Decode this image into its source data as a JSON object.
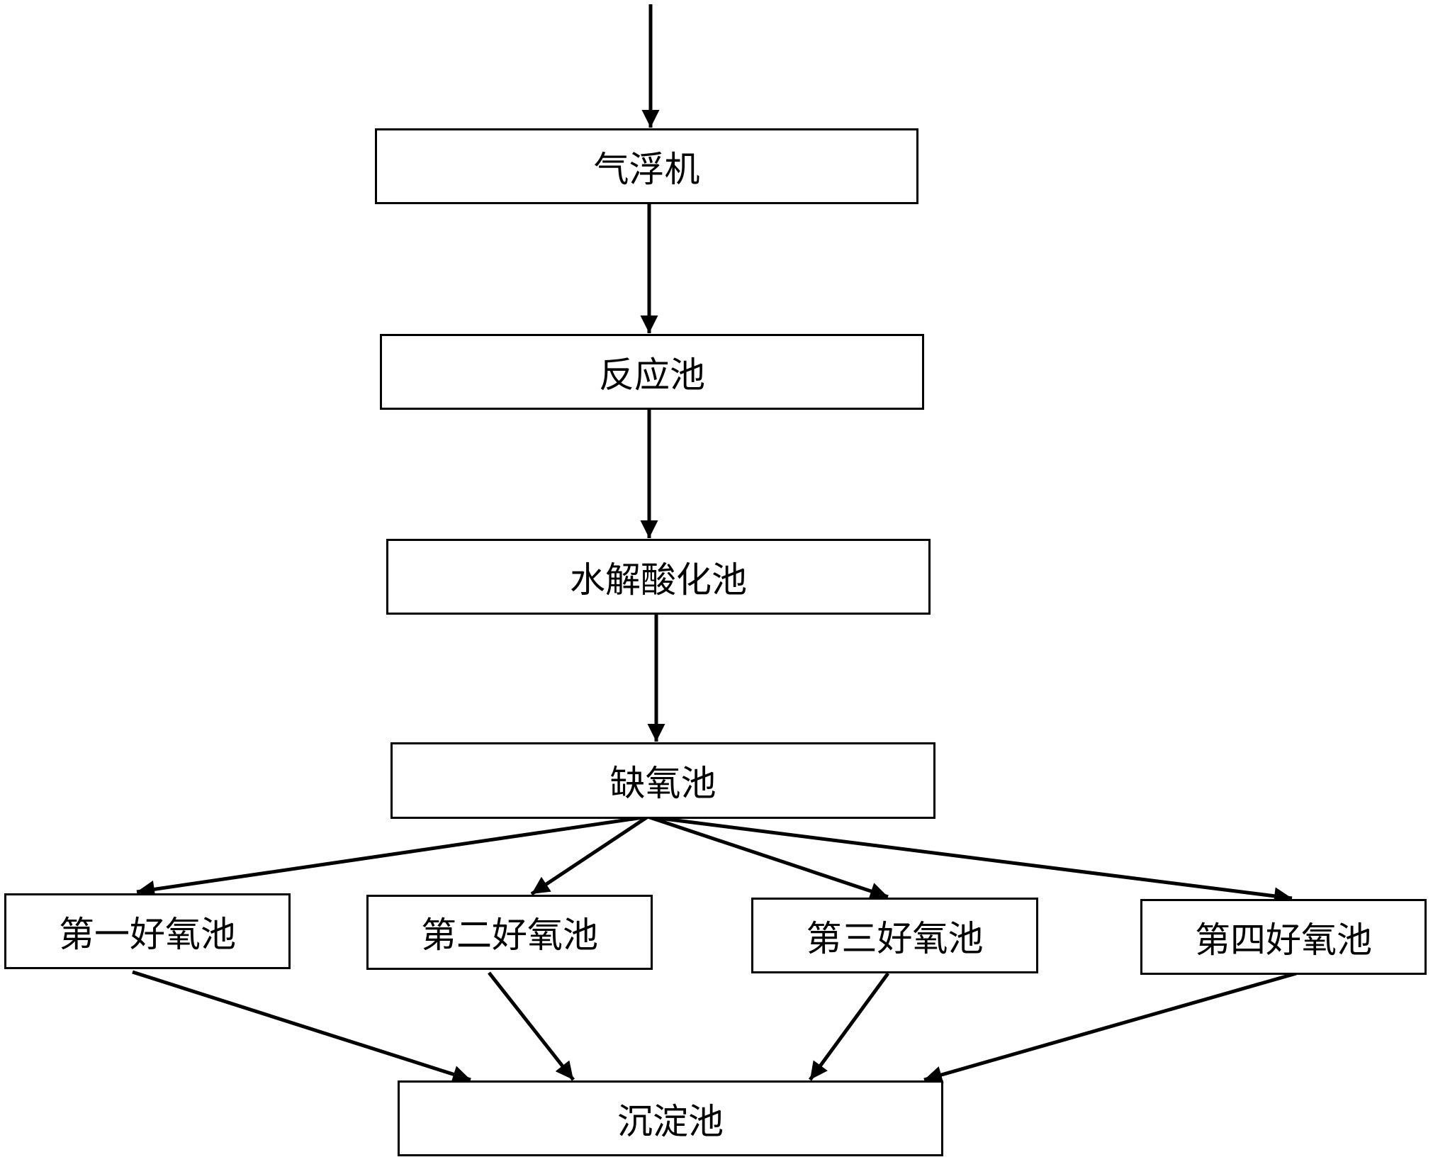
{
  "diagram": {
    "type": "process-flowchart",
    "line_color": "#000000",
    "nodes": {
      "air_flotation": {
        "label": "气浮机"
      },
      "reaction_tank": {
        "label": "反应池"
      },
      "hydrolysis_tank": {
        "label": "水解酸化池"
      },
      "anoxic_tank": {
        "label": "缺氧池"
      },
      "aerobic_1": {
        "label": "第一好氧池"
      },
      "aerobic_2": {
        "label": "第二好氧池"
      },
      "aerobic_3": {
        "label": "第三好氧池"
      },
      "aerobic_4": {
        "label": "第四好氧池"
      },
      "sedimentation_tank": {
        "label": "沉淀池"
      }
    },
    "edges": [
      {
        "from": "inflow",
        "to": "air_flotation"
      },
      {
        "from": "air_flotation",
        "to": "reaction_tank"
      },
      {
        "from": "reaction_tank",
        "to": "hydrolysis_tank"
      },
      {
        "from": "hydrolysis_tank",
        "to": "anoxic_tank"
      },
      {
        "from": "anoxic_tank",
        "to": "aerobic_1"
      },
      {
        "from": "anoxic_tank",
        "to": "aerobic_2"
      },
      {
        "from": "anoxic_tank",
        "to": "aerobic_3"
      },
      {
        "from": "anoxic_tank",
        "to": "aerobic_4"
      },
      {
        "from": "aerobic_1",
        "to": "sedimentation_tank"
      },
      {
        "from": "aerobic_2",
        "to": "sedimentation_tank"
      },
      {
        "from": "aerobic_3",
        "to": "sedimentation_tank"
      },
      {
        "from": "aerobic_4",
        "to": "sedimentation_tank"
      }
    ]
  }
}
